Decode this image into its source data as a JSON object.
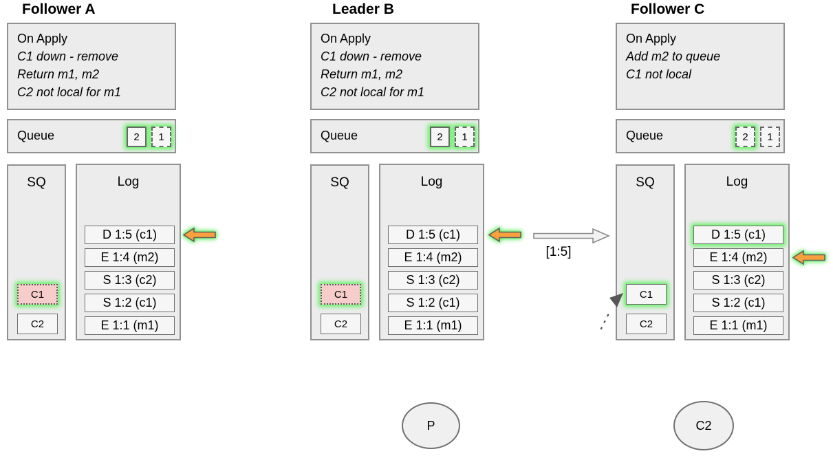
{
  "colors": {
    "glow-green": "#66f066",
    "arrow-orange": "#f9a13c",
    "pink-fill": "#f6cdcb",
    "box-fill": "#ececec",
    "inner-fill": "#f6f6f6",
    "border-gray": "#909090"
  },
  "nodes": [
    {
      "title": "Follower A",
      "on_apply": {
        "header": "On Apply",
        "lines": [
          "C1 down - remove",
          "Return m1, m2",
          "C2 not local for m1"
        ]
      },
      "queue": {
        "label": "Queue",
        "items": [
          "2",
          "1"
        ]
      },
      "sq": {
        "label": "SQ",
        "items": [
          "C1",
          "C2"
        ]
      },
      "log": {
        "label": "Log",
        "entries": [
          "D 1:5 (c1)",
          "E 1:4 (m2)",
          "S 1:3 (c2)",
          "S 1:2 (c1)",
          "E 1:1 (m1)"
        ]
      }
    },
    {
      "title": "Leader B",
      "on_apply": {
        "header": "On Apply",
        "lines": [
          "C1 down - remove",
          "Return m1, m2",
          "C2 not local for m1"
        ]
      },
      "queue": {
        "label": "Queue",
        "items": [
          "2",
          "1"
        ]
      },
      "sq": {
        "label": "SQ",
        "items": [
          "C1",
          "C2"
        ]
      },
      "log": {
        "label": "Log",
        "entries": [
          "D 1:5 (c1)",
          "E 1:4 (m2)",
          "S 1:3 (c2)",
          "S 1:2 (c1)",
          "E 1:1 (m1)"
        ]
      }
    },
    {
      "title": "Follower C",
      "on_apply": {
        "header": "On Apply",
        "lines": [
          "Add m2 to queue",
          "C1 not local"
        ]
      },
      "queue": {
        "label": "Queue",
        "items": [
          "2",
          "1"
        ]
      },
      "sq": {
        "label": "SQ",
        "items": [
          "C1",
          "C2"
        ]
      },
      "log": {
        "label": "Log",
        "entries": [
          "D 1:5 (c1)",
          "E 1:4 (m2)",
          "S 1:3 (c2)",
          "S 1:2 (c1)",
          "E 1:1 (m1)"
        ]
      }
    }
  ],
  "replication_arrow": {
    "label": "[1:5]"
  },
  "processes": [
    {
      "label": "P"
    },
    {
      "label": "C2"
    }
  ]
}
